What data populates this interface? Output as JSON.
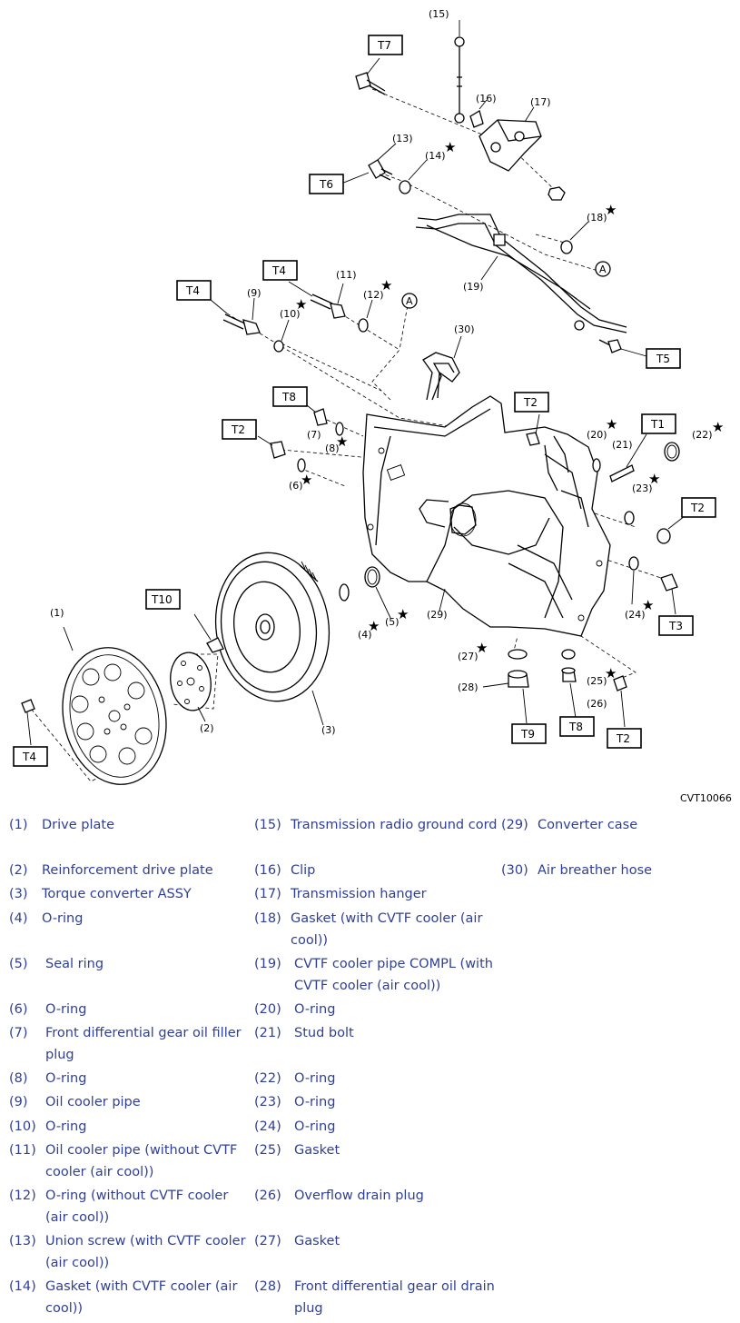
{
  "figure_code": "CVT10066",
  "callouts": {
    "c1": "(1)",
    "c2": "(2)",
    "c3": "(3)",
    "c4": "(4)",
    "c5": "(5)",
    "c6": "(6)",
    "c7": "(7)",
    "c8": "(8)",
    "c9": "(9)",
    "c10": "(10)",
    "c11": "(11)",
    "c12": "(12)",
    "c13": "(13)",
    "c14": "(14)",
    "c15": "(15)",
    "c16": "(16)",
    "c17": "(17)",
    "c18": "(18)",
    "c19": "(19)",
    "c20": "(20)",
    "c21": "(21)",
    "c22": "(22)",
    "c23": "(23)",
    "c24": "(24)",
    "c25": "(25)",
    "c26": "(26)",
    "c27": "(27)",
    "c28": "(28)",
    "c29": "(29)",
    "c30": "(30)"
  },
  "torque_labels": {
    "t7": "T7",
    "t6": "T6",
    "t4a": "T4",
    "t4b": "T4",
    "t4c": "T4",
    "t5": "T5",
    "t8a": "T8",
    "t8b": "T8",
    "t2a": "T2",
    "t2b": "T2",
    "t2c": "T2",
    "t2d": "T2",
    "t1": "T1",
    "t3": "T3",
    "t9": "T9",
    "t10": "T10"
  },
  "marker_a": "A",
  "star_symbol": "★",
  "legend": [
    {
      "num": "(1)",
      "text": "Drive plate"
    },
    {
      "num": "(2)",
      "text": "Reinforcement drive plate"
    },
    {
      "num": "(3)",
      "text": "Torque converter ASSY"
    },
    {
      "num": "(4)",
      "text": "O-ring"
    },
    {
      "num": "(5)",
      "text": "Seal ring"
    },
    {
      "num": "(6)",
      "text": "O-ring"
    },
    {
      "num": "(7)",
      "text": "Front differential gear oil filler plug"
    },
    {
      "num": "(8)",
      "text": "O-ring"
    },
    {
      "num": "(9)",
      "text": "Oil cooler pipe"
    },
    {
      "num": "(10)",
      "text": "O-ring"
    },
    {
      "num": "(11)",
      "text": "Oil cooler pipe (without CVTF cooler (air cool))"
    },
    {
      "num": "(12)",
      "text": "O-ring (without CVTF cooler (air cool))"
    },
    {
      "num": "(13)",
      "text": "Union screw (with CVTF cooler (air cool))"
    },
    {
      "num": "(14)",
      "text": "Gasket (with CVTF cooler (air cool))"
    },
    {
      "num": "(15)",
      "text": "Transmission radio ground cord"
    },
    {
      "num": "(16)",
      "text": "Clip"
    },
    {
      "num": "(17)",
      "text": "Transmission hanger"
    },
    {
      "num": "(18)",
      "text": "Gasket (with CVTF cooler (air cool))"
    },
    {
      "num": "(19)",
      "text": "CVTF cooler pipe COMPL (with CVTF cooler (air cool))"
    },
    {
      "num": "(20)",
      "text": "O-ring"
    },
    {
      "num": "(21)",
      "text": "Stud bolt"
    },
    {
      "num": "(22)",
      "text": "O-ring"
    },
    {
      "num": "(23)",
      "text": "O-ring"
    },
    {
      "num": "(24)",
      "text": "O-ring"
    },
    {
      "num": "(25)",
      "text": "Gasket"
    },
    {
      "num": "(26)",
      "text": "Overflow drain plug"
    },
    {
      "num": "(27)",
      "text": "Gasket"
    },
    {
      "num": "(28)",
      "text": "Front differential gear oil drain plug"
    },
    {
      "num": "(29)",
      "text": "Converter case"
    },
    {
      "num": "(30)",
      "text": "Air breather hose"
    }
  ]
}
